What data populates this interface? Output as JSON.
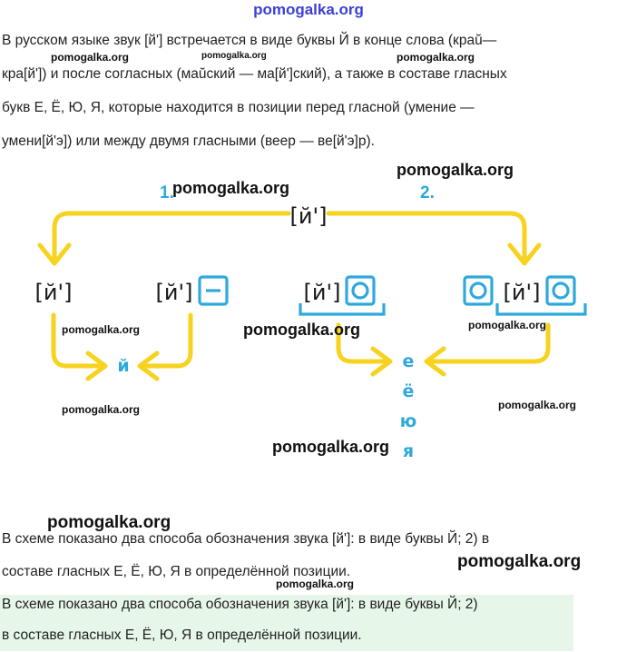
{
  "watermark": "pomogalka.org",
  "paragraph": {
    "line1": "В русском языке звук [й'] встречается в виде буквы Й в конце слова (крaŭ—",
    "line2": "кра[й']) и после согласных (маŭский — ма[й']ский), а также в составе гласных",
    "line3": "букв Е, Ё, Ю, Я, которые находится в позиции перед гласной (умение —",
    "line4": "умени[й'э]) или между двумя гласными (веер — ве[й'э]р)."
  },
  "diagram": {
    "root": "[й']",
    "branch1_number": "1.",
    "branch2_number": "2.",
    "left_node_a": "[й']",
    "left_node_b": "[й']",
    "right_node_a": "[й']",
    "right_node_b": "[й']",
    "result_left": "й",
    "result_right": [
      "е",
      "ё",
      "ю",
      "я"
    ],
    "colors": {
      "arrow": "#f7d21e",
      "accent": "#2ea9dc"
    },
    "icons": [
      "consonant-square-icon",
      "vowel-circle-square-icon"
    ]
  },
  "answer": {
    "line1": "В схеме показано два способа обозначения звука [й']: в виде буквы Й; 2) в",
    "line2": "составе гласных Е, Ё, Ю, Я в определённой позиции.",
    "highlight_line1": "В схеме показано два способа обозначения звука [й']: в виде буквы Й; 2)",
    "highlight_line2": "в составе гласных Е, Ё, Ю, Я в определённой позиции."
  }
}
